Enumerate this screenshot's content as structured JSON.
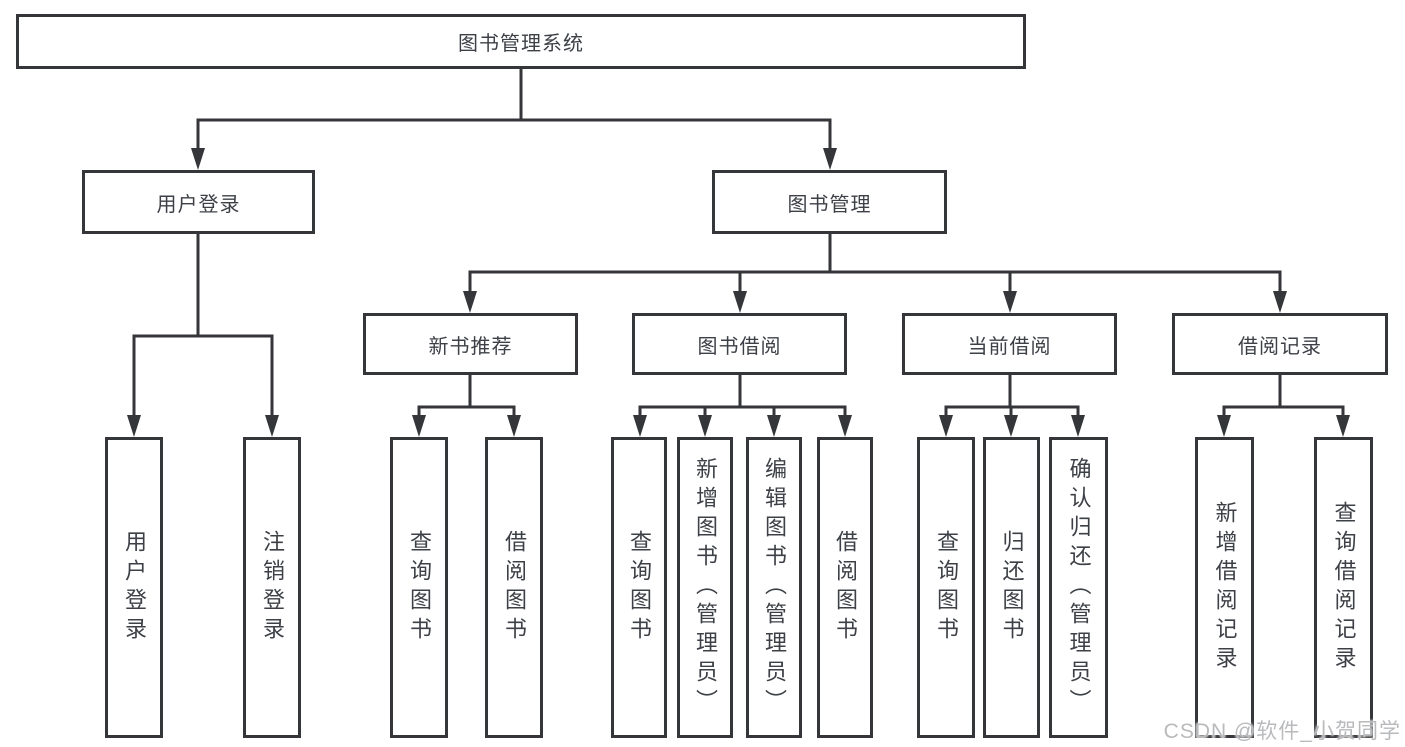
{
  "palette": {
    "line_color": "#343639",
    "text_color": "#3d4147",
    "box_fill": "#ffffff",
    "watermark_color": "#b9babc",
    "background": "#ffffff"
  },
  "watermark": "CSDN @软件_小贺同学",
  "tree": {
    "root": {
      "label": "图书管理系统"
    },
    "branches": [
      {
        "label": "用户登录",
        "leaves": [
          "用户登录",
          "注销登录"
        ]
      },
      {
        "label": "图书管理",
        "sections": [
          {
            "label": "新书推荐",
            "leaves": [
              "查询图书",
              "借阅图书"
            ]
          },
          {
            "label": "图书借阅",
            "leaves": [
              "查询图书",
              "新增图书（管理员）",
              "编辑图书（管理员）",
              "借阅图书"
            ]
          },
          {
            "label": "当前借阅",
            "leaves": [
              "查询图书",
              "归还图书",
              "确认归还（管理员）"
            ]
          },
          {
            "label": "借阅记录",
            "leaves": [
              "新增借阅记录",
              "查询借阅记录"
            ]
          }
        ]
      }
    ]
  }
}
